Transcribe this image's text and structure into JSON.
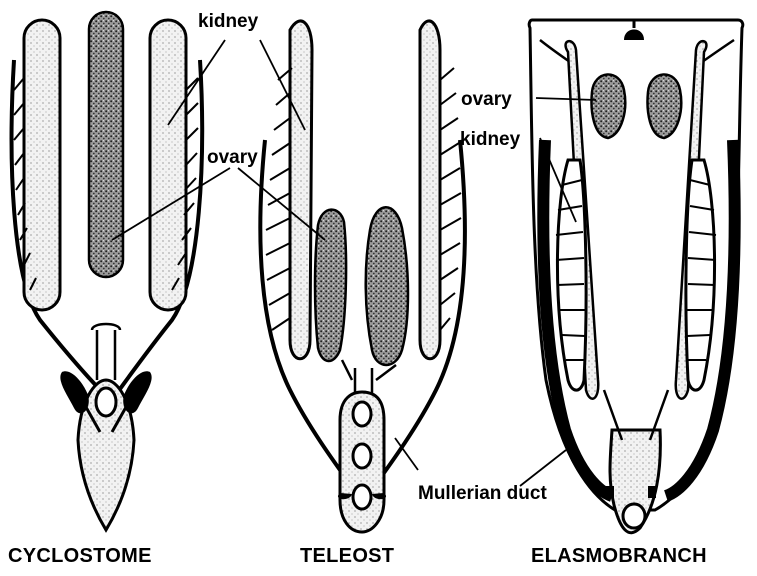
{
  "labels": {
    "kidney_top": "kidney",
    "ovary_mid": "ovary",
    "ovary_right": "ovary",
    "kidney_right": "kidney",
    "mullerian_duct": "Mullerian duct"
  },
  "captions": {
    "cyclostome": "CYCLOSTOME",
    "teleost": "TELEOST",
    "elasmobranch": "ELASMOBRANCH"
  }
}
